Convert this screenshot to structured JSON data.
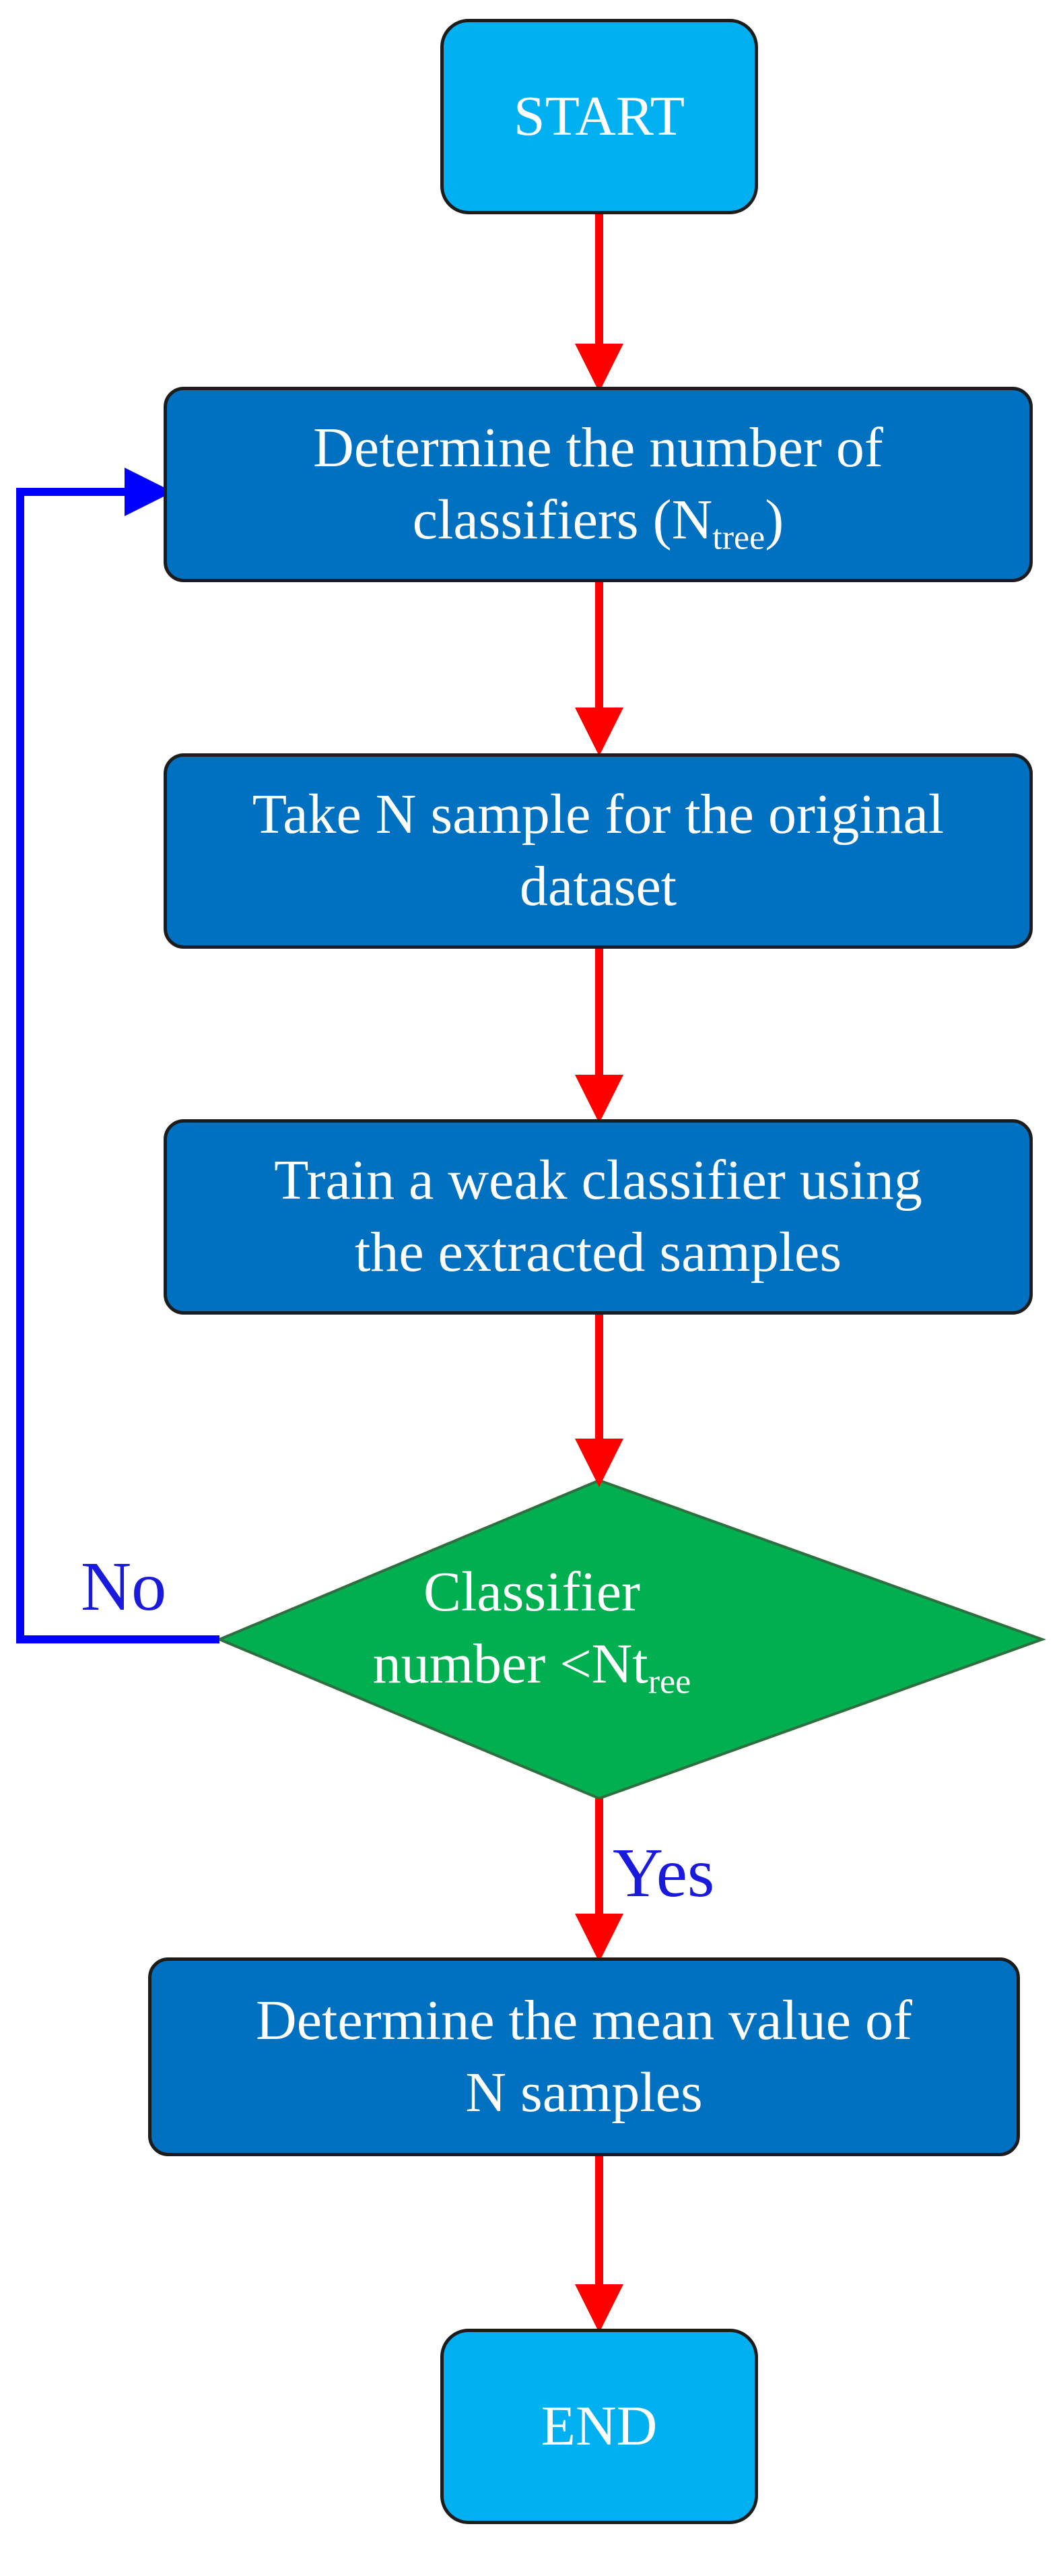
{
  "nodes": {
    "start": {
      "label": "START"
    },
    "determine_classifiers": {
      "line1": "Determine the number of",
      "line2_main": "classifiers (N",
      "line2_sub": "tree",
      "line2_tail": ")"
    },
    "take_samples": {
      "line1": "Take N sample for the original",
      "line2": "dataset"
    },
    "train_weak": {
      "line1": "Train a weak classifier using",
      "line2": "the extracted samples"
    },
    "decision": {
      "line1": "Classifier",
      "line2_main": "number <Nt",
      "line2_sub": "ree"
    },
    "mean_value": {
      "line1": "Determine the mean value of",
      "line2": "N samples"
    },
    "end": {
      "label": "END"
    }
  },
  "edges": {
    "no_label": "No",
    "yes_label": "Yes"
  },
  "colors": {
    "terminal_fill": "#00b0f0",
    "process_fill": "#0070c0",
    "decision_fill": "#00b050",
    "flow_arrow": "#ff0000",
    "loop_arrow": "#0000ff",
    "edge_label": "#1a1adc",
    "node_text": "#ffffff"
  }
}
